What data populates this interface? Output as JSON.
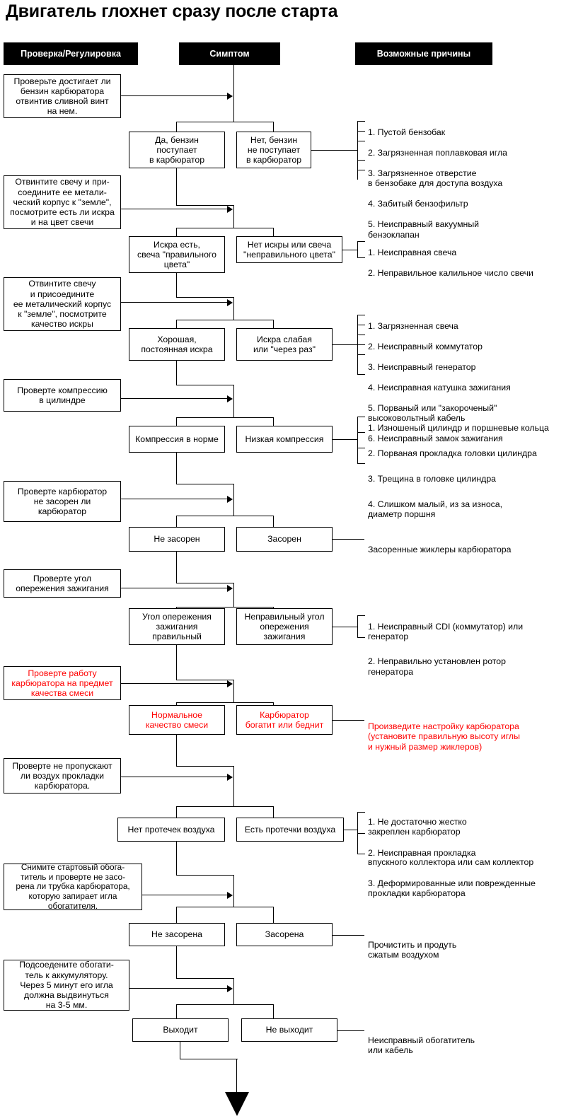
{
  "title": "Двигатель глохнет сразу после старта",
  "colors": {
    "accent_red": "#ff0000",
    "header_bg": "#000000",
    "header_fg": "#ffffff",
    "line": "#000000"
  },
  "headers": {
    "check": "Проверка/Регулировка",
    "symptom": "Симптом",
    "causes": "Возможные причины"
  },
  "sections": [
    {
      "id": "fuel",
      "check": "Проверьте достигает ли\nбензин карбюратора\nотвинтив сливной винт\nна нем.",
      "symptom_ok": "Да, бензин\nпоступает\nв карбюратор",
      "symptom_bad": "Нет, бензин\nне поступает\nв карбюратор",
      "causes": [
        "1. Пустой бензобак",
        "2. Загрязненная поплавковая игла",
        "3. Загрязненное отверстие\n     в бензобаке для доступа воздуха",
        "4. Забитый бензофильтр",
        "5. Неисправный вакуумный\n     бензоклапан"
      ]
    },
    {
      "id": "spark-presence",
      "check": "Отвинтите свечу и при-\nсоедините ее метали-\nческий корпус к \"земле\",\nпосмотрите есть ли искра\nи на цвет свечи",
      "symptom_ok": "Искра есть,\nсвеча \"правильного\nцвета\"",
      "symptom_bad": "Нет искры или свеча\n\"неправильного цвета\"",
      "causes": [
        "1. Неисправная свеча",
        "2. Неправильное калильное число свечи"
      ]
    },
    {
      "id": "spark-quality",
      "check": "Отвинтите свечу\nи присоедините\nее металический корпус\nк \"земле\", посмотрите\nкачество искры",
      "symptom_ok": "Хорошая,\nпостоянная искра",
      "symptom_bad": "Искра слабая\nили \"через раз\"",
      "causes": [
        "1. Загрязненная свеча",
        "2. Неисправный коммутатор",
        "3. Неисправный генератор",
        "4. Неисправная катушка зажигания",
        "5. Порваный или \"закороченый\"\n     высоковольтный кабель",
        "6. Неисправный замок зажигания"
      ]
    },
    {
      "id": "compression",
      "check": "Проверте компрессию\nв цилиндре",
      "symptom_ok": "Компрессия в норме",
      "symptom_bad": "Низкая компрессия",
      "causes": [
        "1. Изношеный цилиндр и поршневые кольца",
        "2. Порваная прокладка головки цилиндра",
        "3. Трещина в головке цилиндра",
        "4. Слишком малый, из за износа,\n     диаметр поршня"
      ]
    },
    {
      "id": "carb-clog",
      "check": "Проверте карбюратор\nне засорен ли\nкарбюратор",
      "symptom_ok": "Не засорен",
      "symptom_bad": "Засорен",
      "causes": [
        "Засоренные жиклеры карбюратора"
      ]
    },
    {
      "id": "timing",
      "check": "Проверте угол\nопережения зажигания",
      "symptom_ok": "Угол опережения\nзажигания\nправильный",
      "symptom_bad": "Неправильный угол\nопережения\nзажигания",
      "causes": [
        "1. Неисправный CDI (коммутатор) или\n    генератор",
        "2. Неправильно установлен ротор\n    генератора"
      ]
    },
    {
      "id": "mixture",
      "red": true,
      "check": "Проверте работу\nкарбюратора на предмет\nкачества смеси",
      "symptom_ok": "Нормальное\nкачество смеси",
      "symptom_bad": "Карбюратор\nбогатит или беднит",
      "causes": [
        "Произведите настройку карбюратора\n(установите правильную высоту иглы\nи нужный размер жиклеров)"
      ]
    },
    {
      "id": "air-leak",
      "check": "Проверте не пропускают\nли воздух прокладки\nкарбюратора.",
      "symptom_ok": "Нет протечек воздуха",
      "symptom_bad": "Есть протечки воздуха",
      "causes": [
        "1. Не достаточно жестко\nзакреплен карбюратор",
        "2. Неисправная прокладка\nвпускного коллектора или сам коллектор",
        "3. Деформированные или поврежденные\nпрокладки карбюратора"
      ]
    },
    {
      "id": "starter-tube",
      "check": "Снимите стартовый обога-\nтитель и проверте не засо-\nрена ли трубка карбюратора,\nкоторую запирает игла\nобогатителя.",
      "symptom_ok": "Не засорена",
      "symptom_bad": "Засорена",
      "causes": [
        "Прочистить и продуть\nсжатым воздухом"
      ]
    },
    {
      "id": "starter-needle",
      "check": "Подсоедените обогати-\nтель к аккумулятору.\nЧерез 5 минут его игла\nдолжна выдвинуться\nна 3-5 мм.",
      "symptom_ok": "Выходит",
      "symptom_bad": "Не выходит",
      "causes": [
        "Неисправный обогатитель\nили кабель"
      ]
    }
  ]
}
